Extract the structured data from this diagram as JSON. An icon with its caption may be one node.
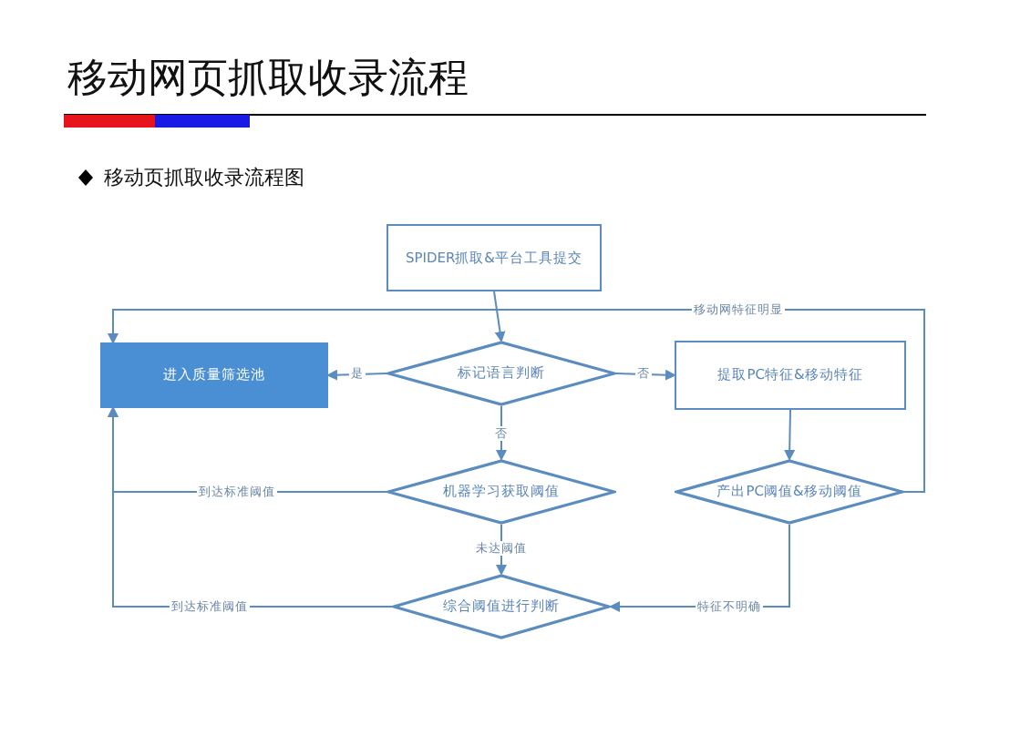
{
  "diagram": {
    "title": "移动网页抓取收录流程",
    "nodes": [
      {
        "text": [
          "SPIDER抓取&平台工具提交"
        ]
      },
      {
        "text": [
          "进入质量筛选池"
        ]
      },
      {
        "text": [
          "标记语言判断"
        ]
      },
      {
        "text": [
          "提取PC特征&移动特征"
        ]
      },
      {
        "text": [
          "机器学习获取阈值"
        ]
      },
      {
        "text": [
          "产出PC阈值&移动阈值"
        ]
      },
      {
        "text": [
          "综合阈值进行判断"
        ]
      }
    ],
    "edges": [
      {
        "from": 0,
        "to": 2,
        "arrow": "to"
      },
      {
        "from": 2,
        "to": 1,
        "arrow": "to",
        "label": "是"
      },
      {
        "from": 2,
        "to": 3,
        "arrow": "to",
        "label": "否"
      },
      {
        "from": 2,
        "to": 4,
        "arrow": "to",
        "label": "否"
      },
      {
        "from": 3,
        "to": 5,
        "arrow": "to"
      },
      {
        "from": 5,
        "to": 1,
        "arrow": "to",
        "label": "移动网特征明显"
      },
      {
        "from": 4,
        "to": 1,
        "arrow": "to",
        "label": "到达标准阈值"
      },
      {
        "from": 6,
        "to": 1,
        "arrow": "to",
        "label": "到达标准阈值"
      },
      {
        "from": 4,
        "to": 6,
        "arrow": "to",
        "label": "未达阈值"
      },
      {
        "from": 5,
        "to": 6,
        "arrow": "to",
        "label": "特征不明确"
      }
    ],
    "labels": [
      "移动页抓取收录流程图"
    ]
  }
}
